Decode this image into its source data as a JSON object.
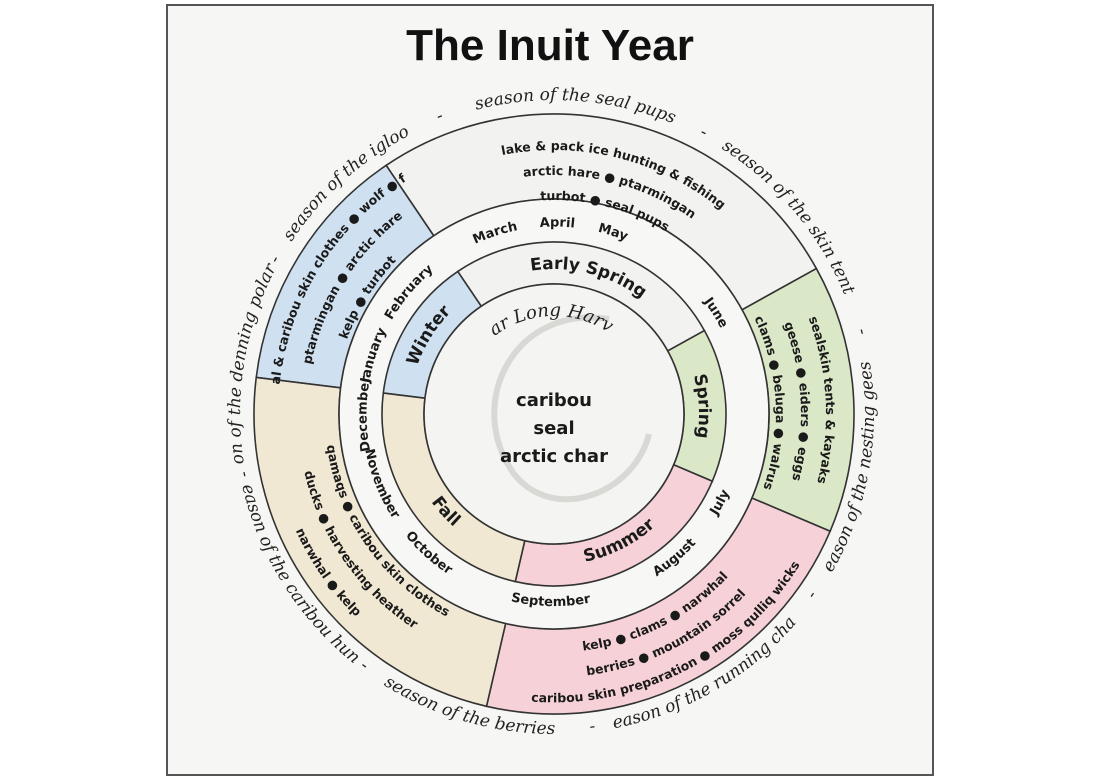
{
  "title": "The Inuit Year",
  "center": {
    "heading": "Year Long Harvest",
    "items": [
      "caribou",
      "seal",
      "arctic char"
    ]
  },
  "seasons_ring": [
    {
      "name": "Winter",
      "color": "#cfe0f0"
    },
    {
      "name": "Early Spring",
      "color": "#f2f2f0"
    },
    {
      "name": "Spring",
      "color": "#dbe8c8"
    },
    {
      "name": "Summer",
      "color": "#f6d2d8"
    },
    {
      "name": "Fall",
      "color": "#f0e8d2"
    }
  ],
  "months": [
    "January",
    "February",
    "March",
    "April",
    "May",
    "June",
    "July",
    "August",
    "September",
    "October",
    "November",
    "December"
  ],
  "activities": {
    "winter": [
      "seal & caribou skin clothes ● wolf ● fox",
      "ptarmingan ● arctic hare",
      "kelp ● turbot"
    ],
    "early_spring": [
      "lake & pack ice hunting & fishing",
      "arctic hare ● ptarmingan",
      "turbot ● seal pups"
    ],
    "spring": [
      "sealskin tents & kayaks",
      "geese ● eiders ● eggs",
      "clams ● beluga ● walrus"
    ],
    "summer": [
      "kelp ● clams ● narwhal",
      "berries ● mountain sorrel",
      "caribou skin preparation ● moss qulliq wicks"
    ],
    "fall": [
      "narwhal ● kelp",
      "ducks ● harvesting heather",
      "qamaqs ● caribou skin clothes"
    ]
  },
  "outer_seasons": [
    "season of the seal pups",
    "season of the skin tent",
    "season of the nesting geese",
    "season of the running char",
    "season of the berries",
    "season of the caribou hunt",
    "season of the denning polar bear",
    "season of the igloo"
  ],
  "colors": {
    "winter": "#cfe0f0",
    "early_spring": "#f2f2f0",
    "spring": "#dbe8c8",
    "summer": "#f6d2d8",
    "fall": "#f0e8d2",
    "center": "#f4f4f2",
    "border": "#333333"
  }
}
